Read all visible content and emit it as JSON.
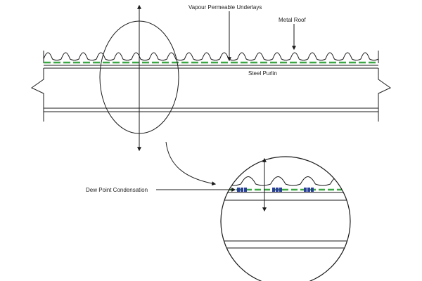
{
  "labels": {
    "vapour_permeable_underlays": "Vapour Permeable Underlays",
    "metal_roof": "Metal Roof",
    "steel_purlin": "Steel Purlin",
    "dew_point_condensation": "Dew Point Condensation"
  },
  "colors": {
    "line": "#1a1a1a",
    "underlay": "#3aa843",
    "condensation": "#2a3f9a",
    "background": "#ffffff"
  }
}
